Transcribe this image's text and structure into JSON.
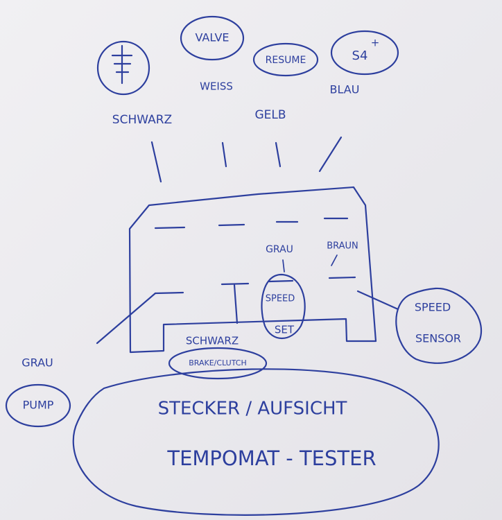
{
  "bubbles": {
    "valve": "VALVE",
    "resume": "RESUME",
    "s4": "S4",
    "s4_sup": "+",
    "speed": "SPEED",
    "set": "SET",
    "speed_sensor_line1": "SPEED",
    "speed_sensor_line2": "SENSOR",
    "brake_clutch": "BRAKE/CLUTCH",
    "pump": "PUMP"
  },
  "wire_colors": {
    "schwarz_top": "SCHWARZ",
    "weiss": "WEISS",
    "gelb": "GELB",
    "blau": "BLAU",
    "grau_mid": "GRAU",
    "braun": "BRAUN",
    "schwarz_bottom": "SCHWARZ",
    "grau_left": "GRAU"
  },
  "caption": {
    "line1": "STECKER / AUFSICHT",
    "line2": "TEMPOMAT - TESTER"
  },
  "icons": [
    "ground-symbol-icon"
  ],
  "ink_color": "#2d3f9e"
}
